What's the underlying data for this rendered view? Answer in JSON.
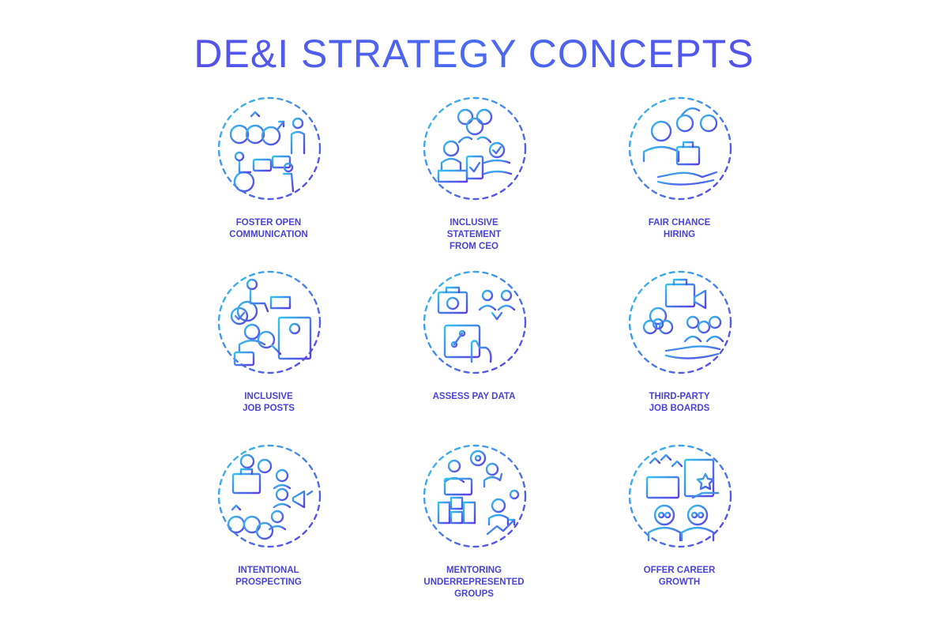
{
  "title": "DE&I STRATEGY CONCEPTS",
  "colors": {
    "gradient_start": "#34c3ee",
    "gradient_end": "#5b3fe6",
    "label": "#4b43d9"
  },
  "concepts": [
    {
      "label": "FOSTER OPEN\nCOMMUNICATION",
      "icon": "gender-symbols-people-conversation-icon"
    },
    {
      "label": "INCLUSIVE\nSTATEMENT\nFROM CEO",
      "icon": "ceo-statement-icon"
    },
    {
      "label": "FAIR CHANCE\nHIRING",
      "icon": "handcuffs-prisoner-briefcase-icon"
    },
    {
      "label": "INCLUSIVE\nJOB POSTS",
      "icon": "wheelchair-job-post-search-icon"
    },
    {
      "label": "ASSESS PAY DATA",
      "icon": "pay-data-scale-icon"
    },
    {
      "label": "THIRD-PARTY\nJOB BOARDS",
      "icon": "job-board-megaphone-icon"
    },
    {
      "label": "INTENTIONAL\nPROSPECTING",
      "icon": "prospecting-megaphone-icon"
    },
    {
      "label": "MENTORING\nUNDERREPRESENTED\nGROUPS",
      "icon": "mentoring-growth-icon"
    },
    {
      "label": "OFFER CAREER\nGROWTH",
      "icon": "career-growth-star-icon"
    }
  ]
}
